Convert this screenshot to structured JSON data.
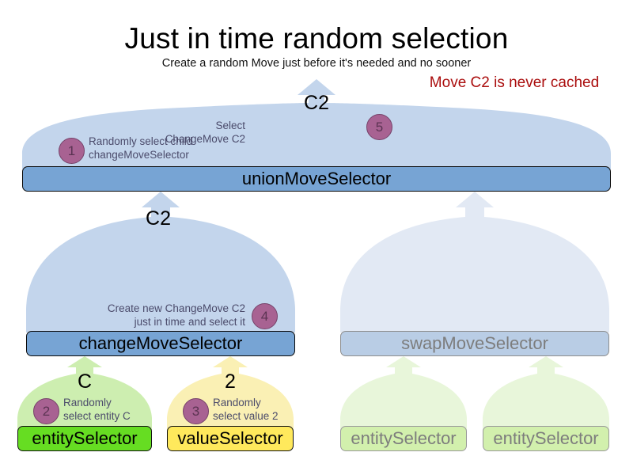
{
  "header": {
    "title": "Just in time random selection",
    "subtitle": "Create a random Move just before it's needed and no sooner",
    "note": "Move C2 is never cached",
    "note_color": "#aa0d0d"
  },
  "colors": {
    "fan_blue": "#c3d5ec",
    "fan_blue_faded": "#e2e9f4",
    "fan_green": "#cdeeb0",
    "fan_green_faded": "#e8f6da",
    "fan_yellow": "#faf0b4",
    "bar_blue": "#77a4d4",
    "bar_blue_faded": "#b9cde5",
    "bar_green": "#66dd22",
    "bar_green_faded": "#d2f0ad",
    "bar_yellow": "#ffe95c",
    "badge_purple": "#a86292",
    "badge_border": "#76436a",
    "anno_text": "#4b4b6b"
  },
  "nodes": {
    "union": {
      "label": "unionMoveSelector",
      "payload": "C2"
    },
    "change": {
      "label": "changeMoveSelector",
      "payload": "C2"
    },
    "swap": {
      "label": "swapMoveSelector",
      "payload": ""
    },
    "entity_c": {
      "label": "entitySelector",
      "payload": "C"
    },
    "value_2": {
      "label": "valueSelector",
      "payload": "2"
    },
    "ghost_entity_1": {
      "label": "entitySelector",
      "payload": ""
    },
    "ghost_entity_2": {
      "label": "entitySelector",
      "payload": ""
    }
  },
  "steps": [
    {
      "n": "1",
      "line1": "Randomly select child",
      "line2": "changeMoveSelector"
    },
    {
      "n": "2",
      "line1": "Randomly",
      "line2": "select entity C"
    },
    {
      "n": "3",
      "line1": "Randomly",
      "line2": "select value 2"
    },
    {
      "n": "4",
      "line1": "Create new ChangeMove C2",
      "line2": "just in time and select it"
    },
    {
      "n": "5",
      "line1": "Select ChangeMove C2",
      "line2": ""
    }
  ]
}
